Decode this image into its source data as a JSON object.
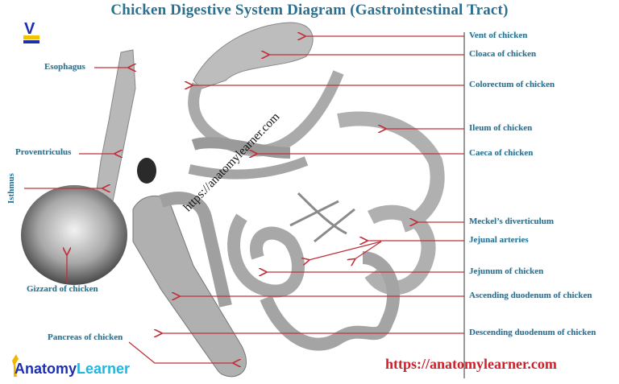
{
  "title": "Chicken Digestive System Diagram (Gastrointestinal Tract)",
  "left_labels": {
    "esophagus": "Esophagus",
    "proventriculus": "Proventriculus",
    "isthmus": "Isthmus",
    "gizzard": "Gizzard of chicken",
    "pancreas": "Pancreas of chicken"
  },
  "right_labels": [
    "Vent of chicken",
    "Cloaca of chicken",
    "Colorectum of chicken",
    "Ileum of chicken",
    "Caeca of chicken",
    "Meckel’s diverticulum",
    "Jejunal arteries",
    "Jejunum of chicken",
    "Ascending duodenum of chicken",
    "Descending duodenum of chicken"
  ],
  "watermark": "https://anatomylearner.com",
  "footer_url": "https://anatomylearner.com",
  "brand": {
    "part1": "Anatomy",
    "part2": "Learner",
    "small_logo_text": "V"
  },
  "colors": {
    "label": "#2a7090",
    "arrow": "#c0303a",
    "url": "#d0202a",
    "brand_dark": "#1c2fb0",
    "brand_light": "#22b5e0"
  }
}
